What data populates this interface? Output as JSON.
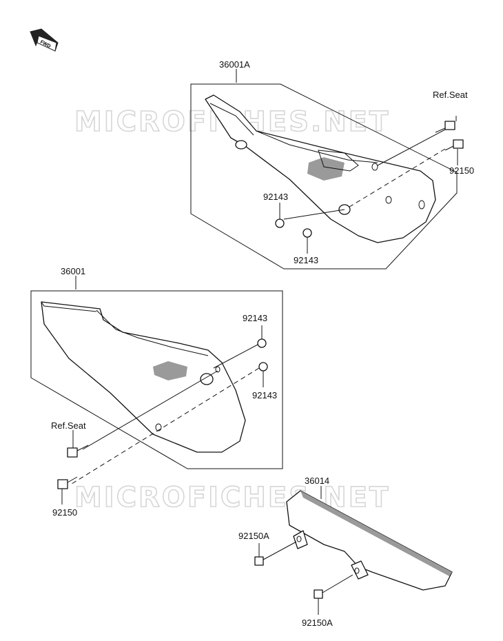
{
  "watermark": "MICROFICHES.NET",
  "direction_arrow": "FWD",
  "labels": {
    "top_assembly": "36001A",
    "top_ref_seat": "Ref.Seat",
    "top_bolt": "92150",
    "top_washer_left": "92143",
    "top_washer_bottom": "92143",
    "mid_assembly": "36001",
    "mid_washer_top": "92143",
    "mid_washer_bottom": "92143",
    "mid_ref_seat": "Ref.Seat",
    "mid_bolt": "92150",
    "chain_guard": "36014",
    "chain_bolt_upper": "92150A",
    "chain_bolt_lower": "92150A"
  }
}
